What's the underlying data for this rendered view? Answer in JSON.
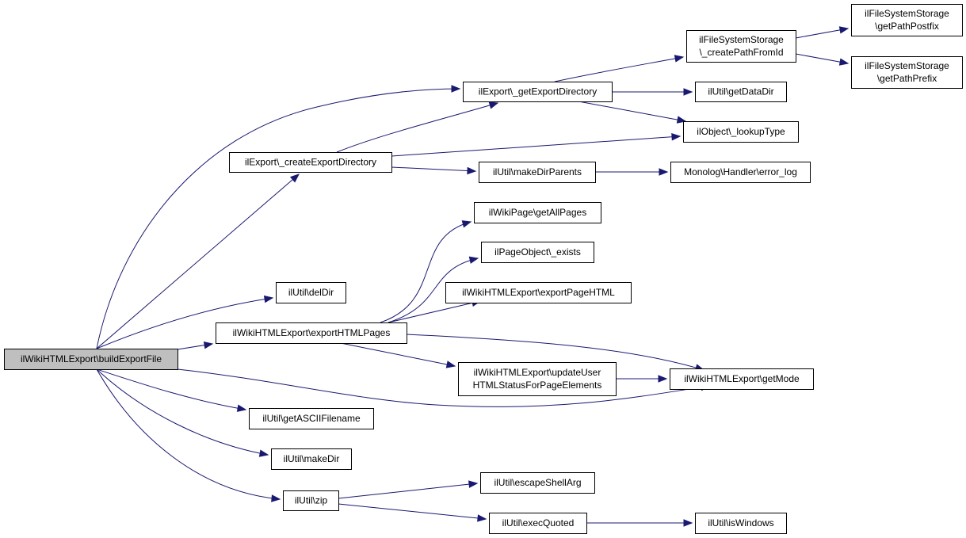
{
  "diagram": {
    "colors": {
      "edge": "#191970",
      "root_fill": "#bfbfbf",
      "node_fill": "#ffffff",
      "node_border": "#000000"
    },
    "nodes": [
      {
        "id": "build",
        "root": true,
        "lines": [
          "ilWikiHTMLExport\\buildExportFile"
        ]
      },
      {
        "id": "getexportdir",
        "lines": [
          "ilExport\\_getExportDirectory"
        ]
      },
      {
        "id": "createexportdir",
        "lines": [
          "ilExport\\_createExportDirectory"
        ]
      },
      {
        "id": "createpath",
        "lines": [
          "ilFileSystemStorage",
          "\\_createPathFromId"
        ]
      },
      {
        "id": "pathpostfix",
        "lines": [
          "ilFileSystemStorage",
          "\\getPathPostfix"
        ]
      },
      {
        "id": "pathprefix",
        "lines": [
          "ilFileSystemStorage",
          "\\getPathPrefix"
        ]
      },
      {
        "id": "getdatadir",
        "lines": [
          "ilUtil\\getDataDir"
        ]
      },
      {
        "id": "lookuptype",
        "lines": [
          "ilObject\\_lookupType"
        ]
      },
      {
        "id": "makedirparents",
        "lines": [
          "ilUtil\\makeDirParents"
        ]
      },
      {
        "id": "errorlog",
        "lines": [
          "Monolog\\Handler\\error_log"
        ]
      },
      {
        "id": "getallpages",
        "lines": [
          "ilWikiPage\\getAllPages"
        ]
      },
      {
        "id": "pageexists",
        "lines": [
          "ilPageObject\\_exists"
        ]
      },
      {
        "id": "exportpagehtml",
        "lines": [
          "ilWikiHTMLExport\\exportPageHTML"
        ]
      },
      {
        "id": "deldir",
        "lines": [
          "ilUtil\\delDir"
        ]
      },
      {
        "id": "exporthtmlpages",
        "lines": [
          "ilWikiHTMLExport\\exportHTMLPages"
        ]
      },
      {
        "id": "updateuser",
        "lines": [
          "ilWikiHTMLExport\\updateUser",
          "HTMLStatusForPageElements"
        ]
      },
      {
        "id": "getmode",
        "lines": [
          "ilWikiHTMLExport\\getMode"
        ]
      },
      {
        "id": "asciifilename",
        "lines": [
          "ilUtil\\getASCIIFilename"
        ]
      },
      {
        "id": "makedir",
        "lines": [
          "ilUtil\\makeDir"
        ]
      },
      {
        "id": "zip",
        "lines": [
          "ilUtil\\zip"
        ]
      },
      {
        "id": "escapeshellarg",
        "lines": [
          "ilUtil\\escapeShellArg"
        ]
      },
      {
        "id": "execquoted",
        "lines": [
          "ilUtil\\execQuoted"
        ]
      },
      {
        "id": "iswindows",
        "lines": [
          "ilUtil\\isWindows"
        ]
      }
    ],
    "edges": [
      [
        "build",
        "getexportdir"
      ],
      [
        "build",
        "createexportdir"
      ],
      [
        "build",
        "deldir"
      ],
      [
        "build",
        "exporthtmlpages"
      ],
      [
        "build",
        "getmode"
      ],
      [
        "build",
        "asciifilename"
      ],
      [
        "build",
        "makedir"
      ],
      [
        "build",
        "zip"
      ],
      [
        "getexportdir",
        "createpath"
      ],
      [
        "getexportdir",
        "getdatadir"
      ],
      [
        "getexportdir",
        "lookuptype"
      ],
      [
        "createpath",
        "pathpostfix"
      ],
      [
        "createpath",
        "pathprefix"
      ],
      [
        "createexportdir",
        "getexportdir"
      ],
      [
        "createexportdir",
        "lookuptype"
      ],
      [
        "createexportdir",
        "makedirparents"
      ],
      [
        "makedirparents",
        "errorlog"
      ],
      [
        "exporthtmlpages",
        "getallpages"
      ],
      [
        "exporthtmlpages",
        "pageexists"
      ],
      [
        "exporthtmlpages",
        "exportpagehtml"
      ],
      [
        "exporthtmlpages",
        "updateuser"
      ],
      [
        "exporthtmlpages",
        "getmode"
      ],
      [
        "updateuser",
        "getmode"
      ],
      [
        "zip",
        "escapeshellarg"
      ],
      [
        "zip",
        "execquoted"
      ],
      [
        "execquoted",
        "iswindows"
      ]
    ]
  }
}
